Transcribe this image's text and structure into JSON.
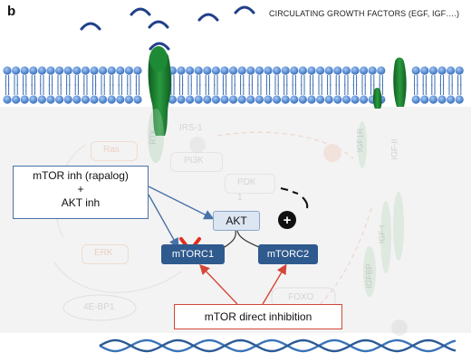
{
  "panel": {
    "letter": "b"
  },
  "header": {
    "text": "CIRCULATING GROWTH FACTORS (EGF, IGF….)"
  },
  "faded_labels": {
    "irs1": "IRS-1",
    "pi3k": "PI3K",
    "ras": "Ras",
    "erk": "ERK",
    "pdk": "PDK",
    "pdk_num": "1",
    "eb41": "4E-BP1",
    "foxo": "FOXO",
    "rtk": "RTK",
    "igf1r": "IGF1R",
    "igf2r": "IGF-II",
    "igfbp": "IGFBP",
    "igf": "IGF-I"
  },
  "nodes": {
    "akt": "AKT",
    "mtorc1": "mTORC1",
    "mtorc2": "mTORC2",
    "plus": "+"
  },
  "callouts": {
    "inhibitors": [
      "mTOR inh (rapalog)",
      "+",
      "AKT inh"
    ],
    "direct": "mTOR direct inhibition"
  },
  "colors": {
    "membrane_head": "#5b8fd6",
    "receptor": "#1a7a2e",
    "ligand": "#1f3f8a",
    "node_dark": "#2f5a8e",
    "node_light": "#dce6f2",
    "arrow_blue": "#4a72a8",
    "arrow_red": "#d44638",
    "cross": "#e0301e",
    "dna": "#3a74b8"
  }
}
